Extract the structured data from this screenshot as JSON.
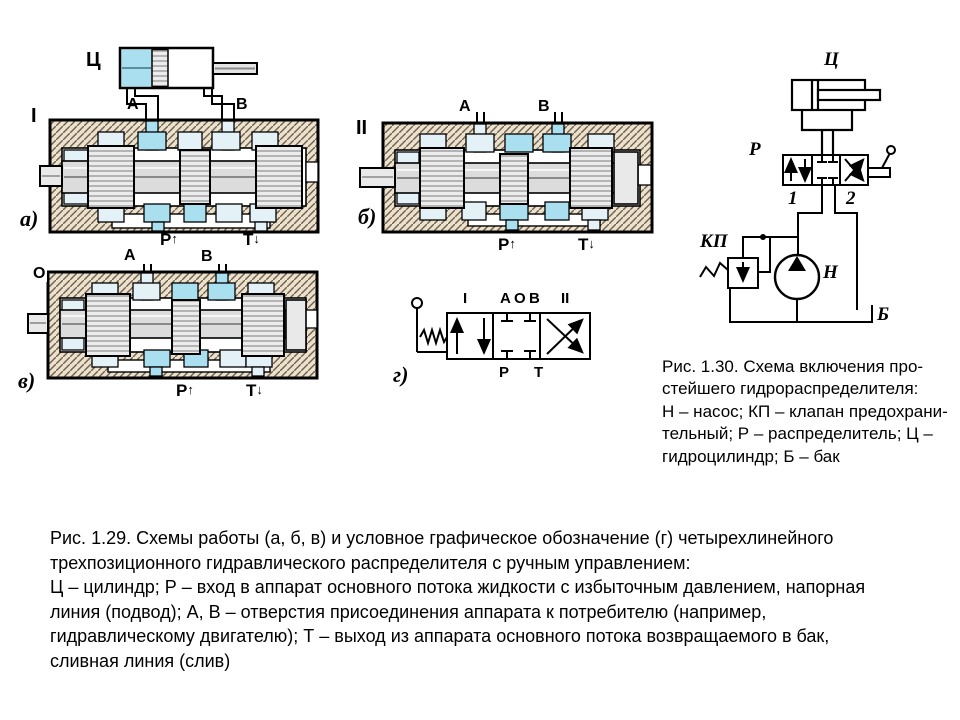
{
  "colors": {
    "hatch_bg": "#ede1c9",
    "hatch_line": "#6b6257",
    "chamber_light": "#e4f2f8",
    "chamber_cyan": "#a9dfee",
    "metal_light": "#e9e9e9",
    "metal_shaft": "#dcdcdc",
    "outline": "#000000"
  },
  "diagram_a": {
    "tag": "а)",
    "section": "I",
    "cylinder": "Ц",
    "port_a": "А",
    "port_b": "В",
    "port_p": "Р",
    "port_t": "Т",
    "arrow_up": "↑",
    "arrow_down": "↓"
  },
  "diagram_b": {
    "tag": "б)",
    "section": "II",
    "port_a": "А",
    "port_b": "В",
    "port_p": "Р",
    "port_t": "Т",
    "arrow_up": "↑",
    "arrow_down": "↓"
  },
  "diagram_v": {
    "tag": "в)",
    "position": "О",
    "port_a": "А",
    "port_b": "В",
    "port_p": "Р",
    "port_t": "Т",
    "arrow_up": "↑",
    "arrow_down": "↓"
  },
  "diagram_g": {
    "tag": "г)",
    "pos_i": "I",
    "pos_o": "О",
    "pos_ii": "II",
    "port_a": "А",
    "port_b": "В",
    "port_p": "Р",
    "port_t": "Т"
  },
  "fig130": {
    "cylinder": "Ц",
    "valve": "Р",
    "port1": "1",
    "port2": "2",
    "relief": "КП",
    "pump": "Н",
    "tank": "Б",
    "caption": "Рис. 1.30. Схема включения про-\nстейшего гидрораспределителя:\nН – насос; КП – клапан предохрани-\nтельный; Р – распределитель; Ц –\nгидроцилиндр; Б – бак"
  },
  "fig129": {
    "caption": "Рис. 1.29.  Схемы работы (а, б, в) и условное графическое обозначение (г) четырехлинейного\nтрехпозиционного гидравлического распределителя с ручным управлением:\nЦ – цилиндр; Р – вход в аппарат основного потока жидкости с избыточным давлением, напорная\nлиния (подвод); А, В – отверстия присоединения аппарата к потребителю (например,\nгидравлическому двигателю); Т – выход из аппарата основного потока возвращаемого в бак,\nсливная линия (слив)"
  }
}
